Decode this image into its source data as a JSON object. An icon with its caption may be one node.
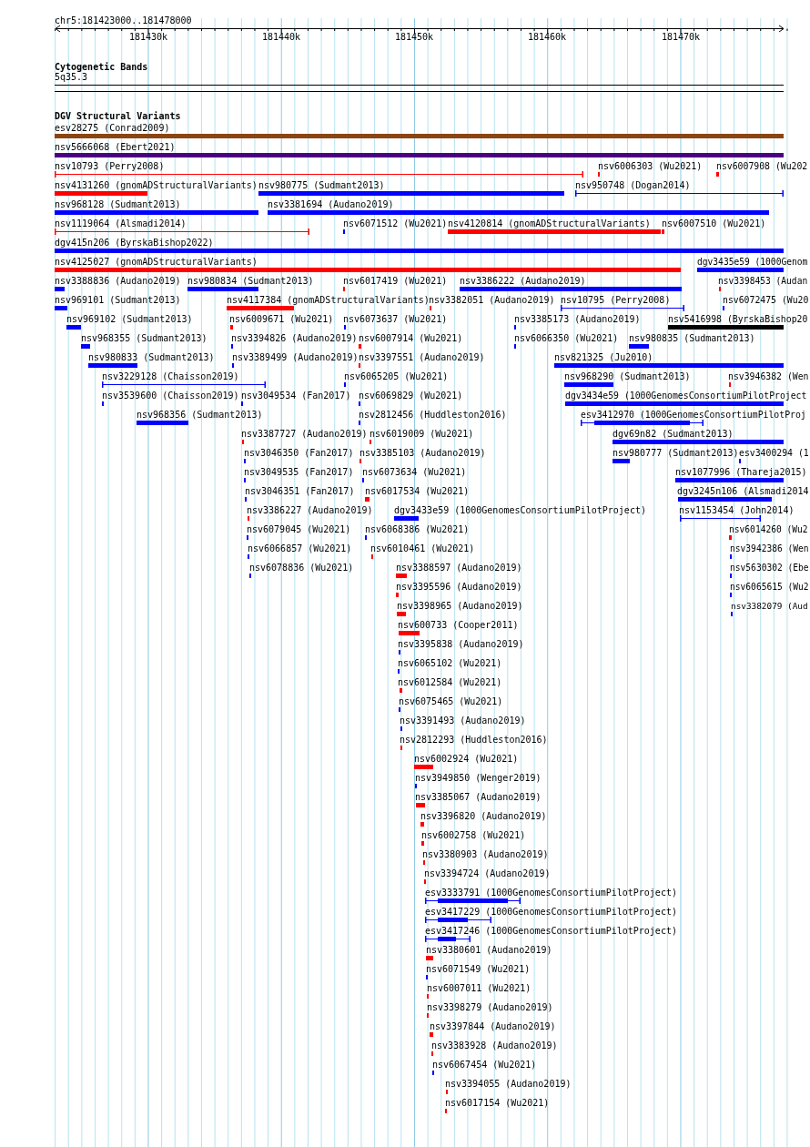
{
  "diagram": {
    "nodes": [
      {
        "text": [
          "5q35.3"
        ]
      },
      {
        "text": [
          "esv28275 (Conrad2009)"
        ]
      },
      {
        "text": [
          "nsv5666068 (Ebert2021)"
        ]
      },
      {
        "text": [
          "nsv10793 (Perry2008)"
        ]
      },
      {
        "text": [
          "nsv6006303 (Wu2021)"
        ]
      },
      {
        "text": [
          "nsv6007908 (Wu202"
        ]
      },
      {
        "text": [
          "nsv4131260 (gnomADStructuralVariants)"
        ]
      },
      {
        "text": [
          "nsv980775 (Sudmant2013)"
        ]
      },
      {
        "text": [
          "nsv950748 (Dogan2014)"
        ]
      },
      {
        "text": [
          "nsv968128 (Sudmant2013)"
        ]
      },
      {
        "text": [
          "nsv3381694 (Audano2019)"
        ]
      },
      {
        "text": [
          "nsv1119064 (Alsmadi2014)"
        ]
      },
      {
        "text": [
          "nsv6071512 (Wu2021)"
        ]
      },
      {
        "text": [
          "nsv4120814 (gnomADStructuralVariants)"
        ]
      },
      {
        "text": [
          "nsv6007510 (Wu2021)"
        ]
      },
      {
        "text": [
          "dgv415n206 (ByrskaBishop2022)"
        ]
      },
      {
        "text": [
          "nsv4125027 (gnomADStructuralVariants)"
        ]
      },
      {
        "text": [
          "dgv3435e59 (1000Genom"
        ]
      },
      {
        "text": [
          "nsv3388836 (Audano2019)"
        ]
      },
      {
        "text": [
          "nsv980834 (Sudmant2013)"
        ]
      },
      {
        "text": [
          "nsv6017419 (Wu2021)"
        ]
      },
      {
        "text": [
          "nsv3386222 (Audano2019)"
        ]
      },
      {
        "text": [
          "nsv3398453 (Audan"
        ]
      },
      {
        "text": [
          "nsv969101 (Sudmant2013)"
        ]
      },
      {
        "text": [
          "nsv4117384 (gnomADStructuralVariants)"
        ]
      },
      {
        "text": [
          "nsv3382051 (Audano2019)"
        ]
      },
      {
        "text": [
          "nsv10795 (Perry2008)"
        ]
      },
      {
        "text": [
          "nsv6072475 (Wu20"
        ]
      },
      {
        "text": [
          "nsv969102 (Sudmant2013)"
        ]
      },
      {
        "text": [
          "nsv6009671 (Wu2021)"
        ]
      },
      {
        "text": [
          "nsv6073637 (Wu2021)"
        ]
      },
      {
        "text": [
          "nsv3385173 (Audano2019)"
        ]
      },
      {
        "text": [
          "nsv5416998 (ByrskaBishop20"
        ]
      },
      {
        "text": [
          "nsv968355 (Sudmant2013)"
        ]
      },
      {
        "text": [
          "nsv3394826 (Audano2019)"
        ]
      },
      {
        "text": [
          "nsv6007914 (Wu2021)"
        ]
      },
      {
        "text": [
          "nsv6066350 (Wu2021)"
        ]
      },
      {
        "text": [
          "nsv980835 (Sudmant2013)"
        ]
      },
      {
        "text": [
          "nsv980833 (Sudmant2013)"
        ]
      },
      {
        "text": [
          "nsv3389499 (Audano2019)"
        ]
      },
      {
        "text": [
          "nsv3397551 (Audano2019)"
        ]
      },
      {
        "text": [
          "nsv821325 (Ju2010)"
        ]
      },
      {
        "text": [
          "nsv3229128 (Chaisson2019)"
        ]
      },
      {
        "text": [
          "nsv6065205 (Wu2021)"
        ]
      },
      {
        "text": [
          "nsv968290 (Sudmant2013)"
        ]
      },
      {
        "text": [
          "nsv3946382 (Wen"
        ]
      },
      {
        "text": [
          "nsv3539600 (Chaisson2019)"
        ]
      },
      {
        "text": [
          "nsv3049534 (Fan2017)"
        ]
      },
      {
        "text": [
          "nsv6069829 (Wu2021)"
        ]
      },
      {
        "text": [
          "dgv3434e59 (1000GenomesConsortiumPilotProject"
        ]
      },
      {
        "text": [
          "nsv968356 (Sudmant2013)"
        ]
      },
      {
        "text": [
          "nsv2812456 (Huddleston2016)"
        ]
      },
      {
        "text": [
          "esv3412970 (1000GenomesConsortiumPilotProj"
        ]
      },
      {
        "text": [
          "nsv3387727 (Audano2019)"
        ]
      },
      {
        "text": [
          "nsv6019009 (Wu2021)"
        ]
      },
      {
        "text": [
          "dgv69n82 (Sudmant2013)"
        ]
      },
      {
        "text": [
          "nsv3046350 (Fan2017)"
        ]
      },
      {
        "text": [
          "nsv3385103 (Audano2019)"
        ]
      },
      {
        "text": [
          "nsv980777 (Sudmant2013)"
        ]
      },
      {
        "text": [
          "esv3400294 (1"
        ]
      },
      {
        "text": [
          "nsv3049535 (Fan2017)"
        ]
      },
      {
        "text": [
          "nsv6073634 (Wu2021)"
        ]
      },
      {
        "text": [
          "nsv1077996 (Thareja2015)"
        ]
      },
      {
        "text": [
          "nsv3046351 (Fan2017)"
        ]
      },
      {
        "text": [
          "nsv6017534 (Wu2021)"
        ]
      },
      {
        "text": [
          "dgv3245n106 (Alsmadi2014"
        ]
      },
      {
        "text": [
          "nsv3386227 (Audano2019)"
        ]
      },
      {
        "text": [
          "dgv3433e59 (1000GenomesConsortiumPilotProject)"
        ]
      },
      {
        "text": [
          "nsv1153454 (John2014)"
        ]
      },
      {
        "text": [
          "nsv6079045 (Wu2021)"
        ]
      },
      {
        "text": [
          "nsv6068386 (Wu2021)"
        ]
      },
      {
        "text": [
          "nsv6014260 (Wu2"
        ]
      },
      {
        "text": [
          "nsv6066857 (Wu2021)"
        ]
      },
      {
        "text": [
          "nsv6010461 (Wu2021)"
        ]
      },
      {
        "text": [
          "nsv3942386 (Wen"
        ]
      },
      {
        "text": [
          "nsv6078836 (Wu2021)"
        ]
      },
      {
        "text": [
          "nsv3388597 (Audano2019)"
        ]
      },
      {
        "text": [
          "nsv5630302 (Ebe"
        ]
      },
      {
        "text": [
          "nsv3395596 (Audano2019)"
        ]
      },
      {
        "text": [
          "nsv6065615 (Wu2"
        ]
      },
      {
        "text": [
          "nsv3398965 (Audano2019)"
        ]
      },
      {
        "text": [
          "nsv3382079 (Aud"
        ]
      },
      {
        "text": [
          "nsv600733 (Cooper2011)"
        ]
      },
      {
        "text": [
          "nsv3395838 (Audano2019)"
        ]
      },
      {
        "text": [
          "nsv6065102 (Wu2021)"
        ]
      },
      {
        "text": [
          "nsv6012584 (Wu2021)"
        ]
      },
      {
        "text": [
          "nsv6075465 (Wu2021)"
        ]
      },
      {
        "text": [
          "nsv3391493 (Audano2019)"
        ]
      },
      {
        "text": [
          "nsv2812293 (Huddleston2016)"
        ]
      },
      {
        "text": [
          "nsv6002924 (Wu2021)"
        ]
      },
      {
        "text": [
          "nsv3949850 (Wenger2019)"
        ]
      },
      {
        "text": [
          "nsv3385067 (Audano2019)"
        ]
      },
      {
        "text": [
          "nsv3396820 (Audano2019)"
        ]
      },
      {
        "text": [
          "nsv6002758 (Wu2021)"
        ]
      },
      {
        "text": [
          "nsv3380903 (Audano2019)"
        ]
      },
      {
        "text": [
          "nsv3394724 (Audano2019)"
        ]
      },
      {
        "text": [
          "esv3333791 (1000GenomesConsortiumPilotProject)"
        ]
      },
      {
        "text": [
          "esv3417229 (1000GenomesConsortiumPilotProject)"
        ]
      },
      {
        "text": [
          "esv3417246 (1000GenomesConsortiumPilotProject)"
        ]
      },
      {
        "text": [
          "nsv3380601 (Audano2019)"
        ]
      },
      {
        "text": [
          "nsv6071549 (Wu2021)"
        ]
      },
      {
        "text": [
          "nsv6007011 (Wu2021)"
        ]
      },
      {
        "text": [
          "nsv3398279 (Audano2019)"
        ]
      },
      {
        "text": [
          "nsv3397844 (Audano2019)"
        ]
      },
      {
        "text": [
          "nsv3383928 (Audano2019)"
        ]
      },
      {
        "text": [
          "nsv6067454 (Wu2021)"
        ]
      },
      {
        "text": [
          "nsv3394055 (Audano2019)"
        ]
      },
      {
        "text": [
          "nsv6017154 (Wu2021)"
        ]
      }
    ],
    "labels": [
      "chr5:181423000..181478000",
      "181430k",
      "181440k",
      "181450k",
      "181460k",
      "181470k",
      "Cytogenetic Bands",
      "DGV Structural Variants"
    ]
  }
}
